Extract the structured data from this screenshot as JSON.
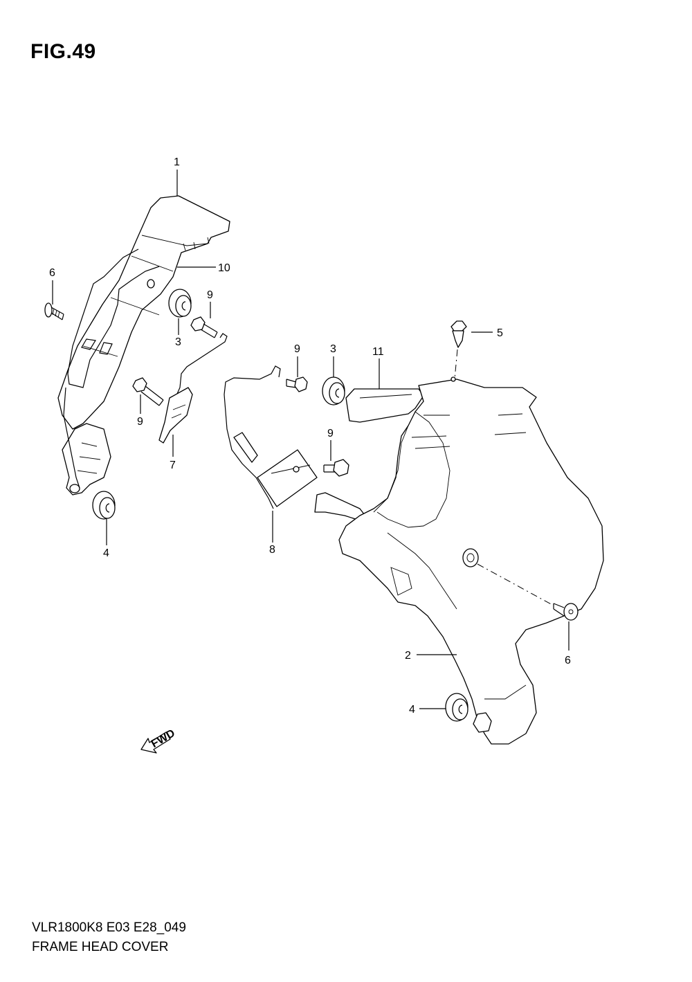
{
  "figure": {
    "title": "FIG.49",
    "code": "VLR1800K8 E03 E28_049",
    "name": "FRAME HEAD COVER",
    "fwd_label": "FWD"
  },
  "callouts": {
    "c1": "1",
    "c2": "2",
    "c3_left": "3",
    "c3_right": "3",
    "c4_left": "4",
    "c4_right": "4",
    "c5": "5",
    "c6_left": "6",
    "c6_right": "6",
    "c7": "7",
    "c8": "8",
    "c9_a": "9",
    "c9_b": "9",
    "c9_c": "9",
    "c9_d": "9",
    "c10": "10",
    "c11": "11"
  }
}
